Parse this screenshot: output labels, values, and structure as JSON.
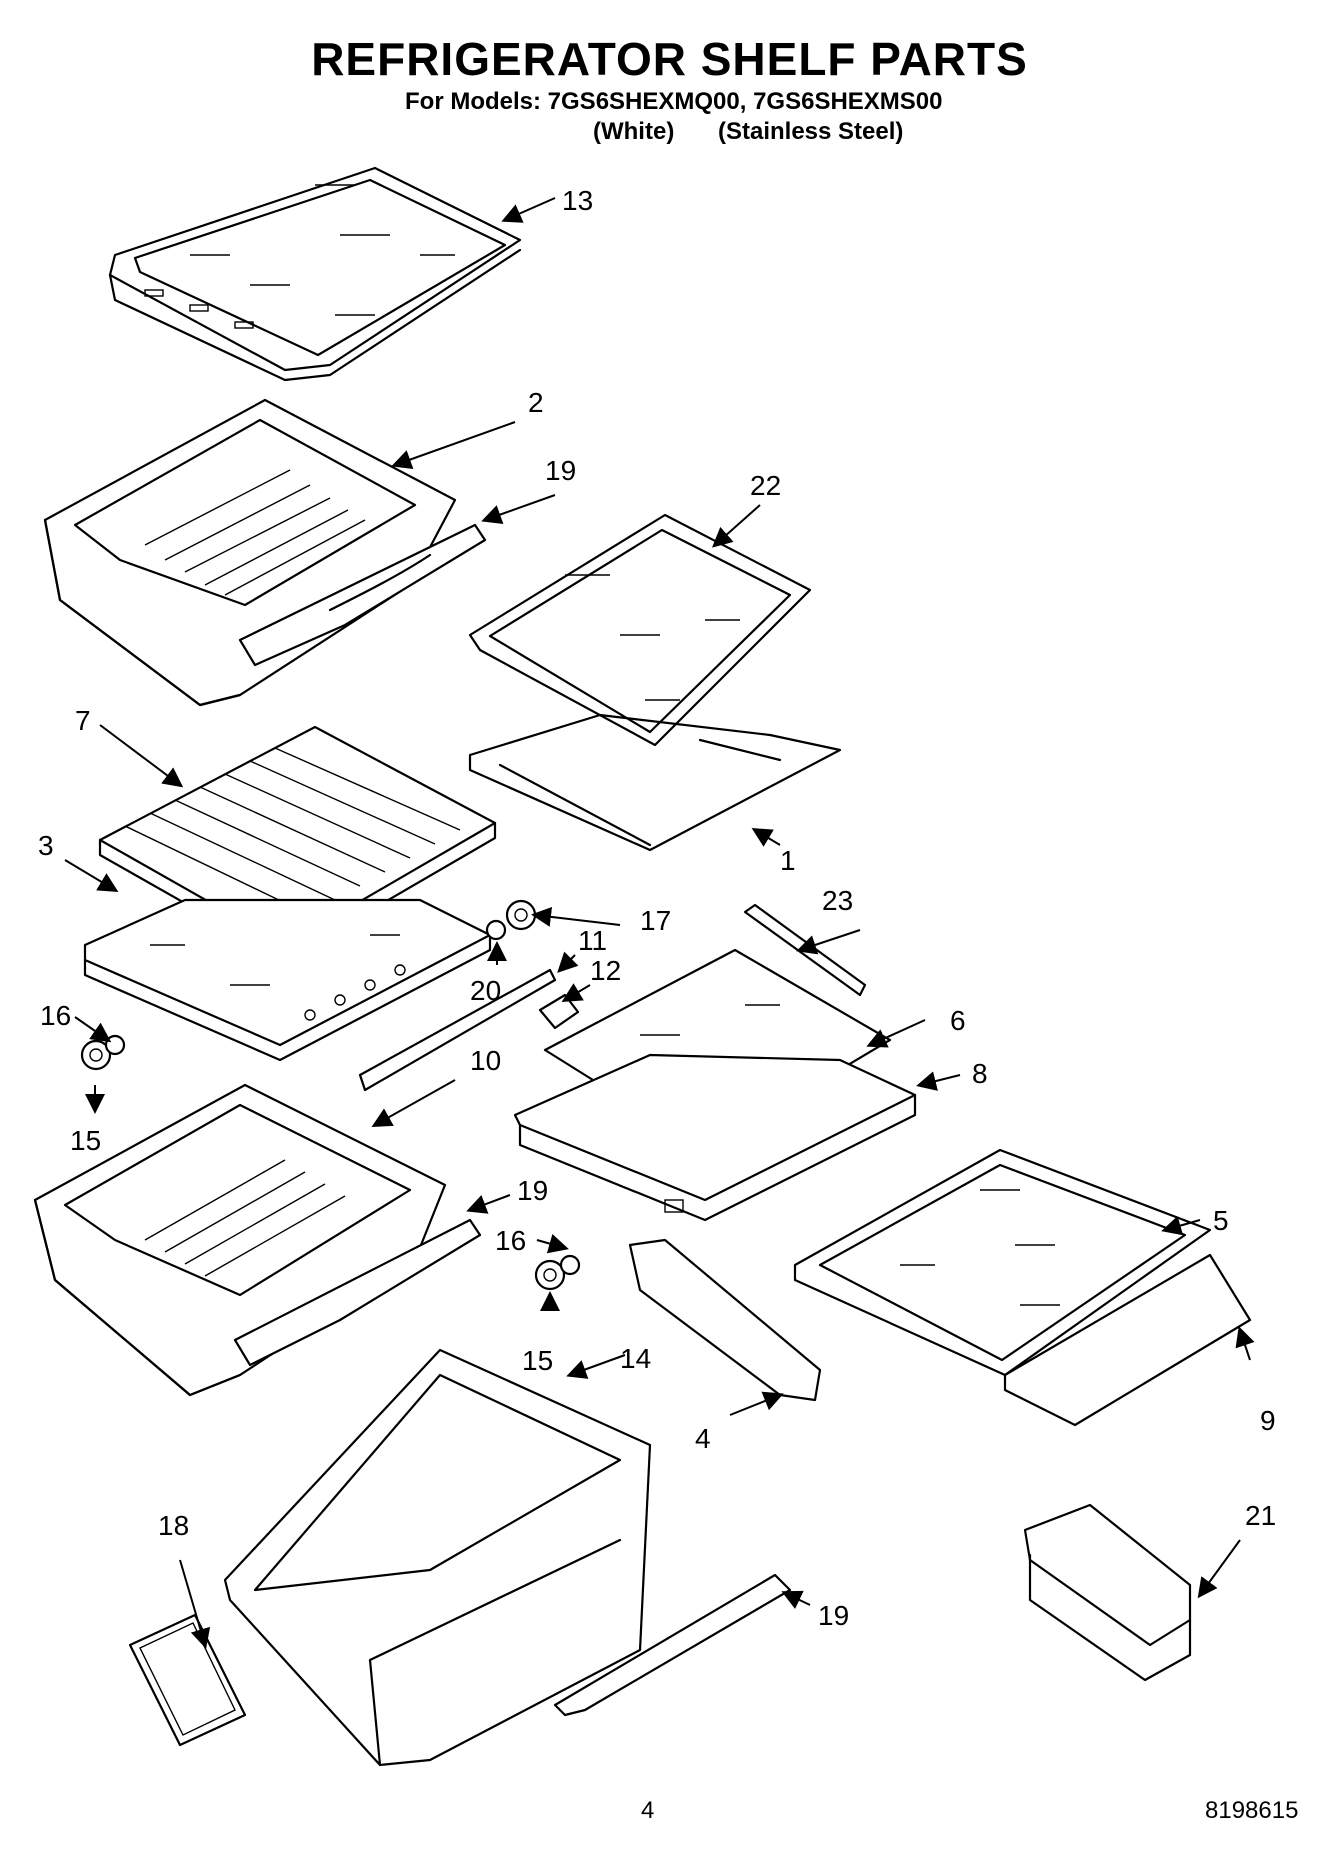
{
  "title": "REFRIGERATOR SHELF PARTS",
  "subtitle": {
    "prefix": "For Models: 7GS6SHEXMQ00, 7GS6SHEXMS00",
    "white": "(White)",
    "stainless": "(Stainless Steel)"
  },
  "callouts": {
    "c13": "13",
    "c2": "2",
    "c19a": "19",
    "c22": "22",
    "c7": "7",
    "c1": "1",
    "c3": "3",
    "c17": "17",
    "c23": "23",
    "c11": "11",
    "c12": "12",
    "c20": "20",
    "c16a": "16",
    "c6": "6",
    "c10": "10",
    "c8": "8",
    "c15a": "15",
    "c19b": "19",
    "c5": "5",
    "c16b": "16",
    "c15b": "15",
    "c14": "14",
    "c9": "9",
    "c4": "4",
    "c18": "18",
    "c21": "21",
    "c19c": "19"
  },
  "footer": {
    "page": "4",
    "doc_number": "8198615"
  }
}
